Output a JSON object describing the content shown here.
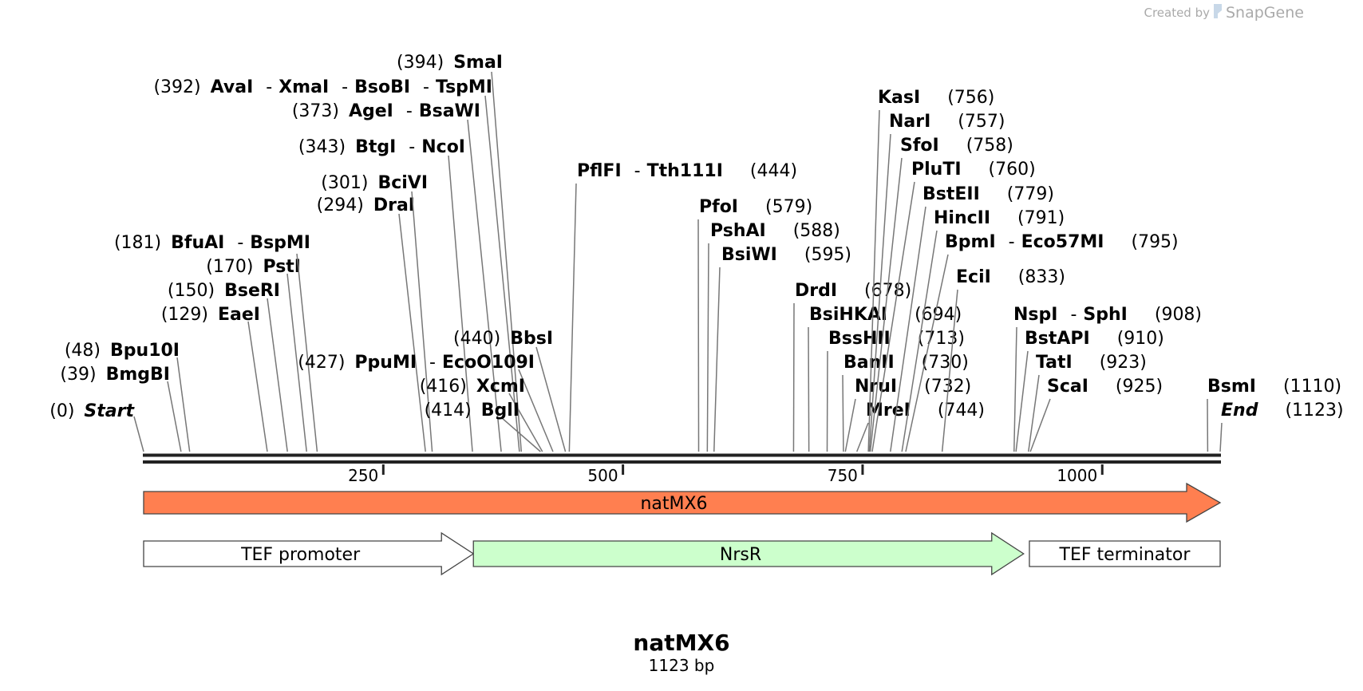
{
  "credit": {
    "prefix": "Created by",
    "brand": "SnapGene"
  },
  "title": "natMX6",
  "subtitle": "1123 bp",
  "seq_length": 1123,
  "colors": {
    "natMX6": "#ff7f50",
    "NrsR": "#ccffcc",
    "TEF": "#ffffff"
  },
  "ticks": [
    {
      "bp": 250,
      "label": "250"
    },
    {
      "bp": 500,
      "label": "500"
    },
    {
      "bp": 750,
      "label": "750"
    },
    {
      "bp": 1000,
      "label": "1000"
    }
  ],
  "left_sites": [
    {
      "pos": "(0)",
      "names": [
        "Start"
      ],
      "bps": [
        0
      ],
      "italic": true
    },
    {
      "pos": "(39)",
      "names": [
        "BmgBI"
      ],
      "bps": [
        39
      ]
    },
    {
      "pos": "(48)",
      "names": [
        "Bpu10I"
      ],
      "bps": [
        48
      ]
    },
    {
      "pos": "(129)",
      "names": [
        "EaeI"
      ],
      "bps": [
        129
      ]
    },
    {
      "pos": "(150)",
      "names": [
        "BseRI"
      ],
      "bps": [
        150
      ]
    },
    {
      "pos": "(170)",
      "names": [
        "PstI"
      ],
      "bps": [
        170
      ]
    },
    {
      "pos": "(181)",
      "names": [
        "BfuAI",
        "BspMI"
      ],
      "bps": [
        181
      ]
    },
    {
      "pos": "(294)",
      "names": [
        "DraI"
      ],
      "bps": [
        294
      ]
    },
    {
      "pos": "(301)",
      "names": [
        "BciVI"
      ],
      "bps": [
        301
      ]
    },
    {
      "pos": "(343)",
      "names": [
        "BtgI",
        "NcoI"
      ],
      "bps": [
        343
      ]
    },
    {
      "pos": "(373)",
      "names": [
        "AgeI",
        "BsaWI"
      ],
      "bps": [
        373
      ]
    },
    {
      "pos": "(392)",
      "names": [
        "AvaI",
        "XmaI",
        "BsoBI",
        "TspMI"
      ],
      "bps": [
        392
      ]
    },
    {
      "pos": "(394)",
      "names": [
        "SmaI"
      ],
      "bps": [
        394
      ]
    },
    {
      "pos": "(427)",
      "names": [
        "PpuMI",
        "EcoO109I"
      ],
      "bps": [
        427
      ]
    },
    {
      "pos": "(416)",
      "names": [
        "XcmI"
      ],
      "bps": [
        416
      ]
    },
    {
      "pos": "(414)",
      "names": [
        "BglI"
      ],
      "bps": [
        414
      ]
    },
    {
      "pos": "(440)",
      "names": [
        "BbsI"
      ],
      "bps": [
        440
      ]
    }
  ],
  "right_sites": [
    {
      "pos": "(444)",
      "names": [
        "PflFI",
        "Tth111I"
      ],
      "bps": [
        444
      ]
    },
    {
      "pos": "(579)",
      "names": [
        "PfoI"
      ],
      "bps": [
        579
      ]
    },
    {
      "pos": "(588)",
      "names": [
        "PshAI"
      ],
      "bps": [
        588
      ]
    },
    {
      "pos": "(595)",
      "names": [
        "BsiWI"
      ],
      "bps": [
        595
      ]
    },
    {
      "pos": "(678)",
      "names": [
        "DrdI"
      ],
      "bps": [
        678
      ]
    },
    {
      "pos": "(694)",
      "names": [
        "BsiHKAI"
      ],
      "bps": [
        694
      ]
    },
    {
      "pos": "(713)",
      "names": [
        "BssHII"
      ],
      "bps": [
        713
      ]
    },
    {
      "pos": "(730)",
      "names": [
        "BanII"
      ],
      "bps": [
        730
      ]
    },
    {
      "pos": "(732)",
      "names": [
        "NruI"
      ],
      "bps": [
        732
      ]
    },
    {
      "pos": "(744)",
      "names": [
        "MreI"
      ],
      "bps": [
        744
      ]
    },
    {
      "pos": "(756)",
      "names": [
        "KasI"
      ],
      "bps": [
        756
      ]
    },
    {
      "pos": "(757)",
      "names": [
        "NarI"
      ],
      "bps": [
        757
      ]
    },
    {
      "pos": "(758)",
      "names": [
        "SfoI"
      ],
      "bps": [
        758
      ]
    },
    {
      "pos": "(760)",
      "names": [
        "PluTI"
      ],
      "bps": [
        760
      ]
    },
    {
      "pos": "(779)",
      "names": [
        "BstEII"
      ],
      "bps": [
        779
      ]
    },
    {
      "pos": "(791)",
      "names": [
        "HincII"
      ],
      "bps": [
        791
      ]
    },
    {
      "pos": "(795)",
      "names": [
        "BpmI",
        "Eco57MI"
      ],
      "bps": [
        795
      ]
    },
    {
      "pos": "(833)",
      "names": [
        "EciI"
      ],
      "bps": [
        833
      ]
    },
    {
      "pos": "(908)",
      "names": [
        "NspI",
        "SphI"
      ],
      "bps": [
        908
      ]
    },
    {
      "pos": "(910)",
      "names": [
        "BstAPI"
      ],
      "bps": [
        910
      ]
    },
    {
      "pos": "(923)",
      "names": [
        "TatI"
      ],
      "bps": [
        923
      ]
    },
    {
      "pos": "(925)",
      "names": [
        "ScaI"
      ],
      "bps": [
        925
      ]
    },
    {
      "pos": "(1110)",
      "names": [
        "BsmI"
      ],
      "bps": [
        1110
      ]
    },
    {
      "pos": "(1123)",
      "names": [
        "End"
      ],
      "bps": [
        1123
      ],
      "italic": true
    }
  ],
  "features": [
    {
      "name": "natMX6",
      "start": 0,
      "end": 1123,
      "row": 0,
      "arrow": true,
      "color": "#ff7f50"
    },
    {
      "name": "TEF promoter",
      "start": 0,
      "end": 344,
      "row": 1,
      "arrow": true,
      "color": "#ffffff"
    },
    {
      "name": "NrsR",
      "start": 344,
      "end": 918,
      "row": 1,
      "arrow": true,
      "color": "#ccffcc"
    },
    {
      "name": "TEF terminator",
      "start": 924,
      "end": 1123,
      "row": 1,
      "arrow": false,
      "color": "#ffffff"
    }
  ]
}
